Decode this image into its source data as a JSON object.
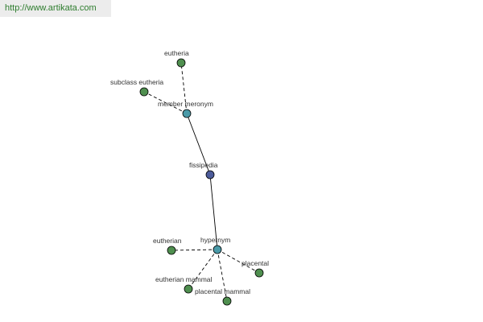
{
  "header": {
    "url": "http://www.artikata.com"
  },
  "colors": {
    "root": "#4c5b9a",
    "relation": "#4a9aa8",
    "leaf": "#4f8f4f"
  },
  "graph": {
    "nodes": [
      {
        "id": "fissipedia",
        "label": "fissipedia",
        "kind": "root"
      },
      {
        "id": "member-meronym",
        "label": "member meronym",
        "kind": "relation"
      },
      {
        "id": "hypernym",
        "label": "hypernym",
        "kind": "relation"
      },
      {
        "id": "eutheria",
        "label": "eutheria",
        "kind": "leaf"
      },
      {
        "id": "subclass-eutheria",
        "label": "subclass eutheria",
        "kind": "leaf"
      },
      {
        "id": "eutherian",
        "label": "eutherian",
        "kind": "leaf"
      },
      {
        "id": "placental",
        "label": "placental",
        "kind": "leaf"
      },
      {
        "id": "eutherian-mammal",
        "label": "eutherian mammal",
        "kind": "leaf"
      },
      {
        "id": "placental-mammal",
        "label": "placental mammal",
        "kind": "leaf"
      }
    ],
    "edges": [
      {
        "from": "fissipedia",
        "to": "member-meronym",
        "style": "solid"
      },
      {
        "from": "fissipedia",
        "to": "hypernym",
        "style": "solid"
      },
      {
        "from": "member-meronym",
        "to": "eutheria",
        "style": "dashed"
      },
      {
        "from": "member-meronym",
        "to": "subclass-eutheria",
        "style": "dashed"
      },
      {
        "from": "hypernym",
        "to": "eutherian",
        "style": "dashed"
      },
      {
        "from": "hypernym",
        "to": "placental",
        "style": "dashed"
      },
      {
        "from": "hypernym",
        "to": "eutherian-mammal",
        "style": "dashed"
      },
      {
        "from": "hypernym",
        "to": "placental-mammal",
        "style": "dashed"
      }
    ]
  }
}
